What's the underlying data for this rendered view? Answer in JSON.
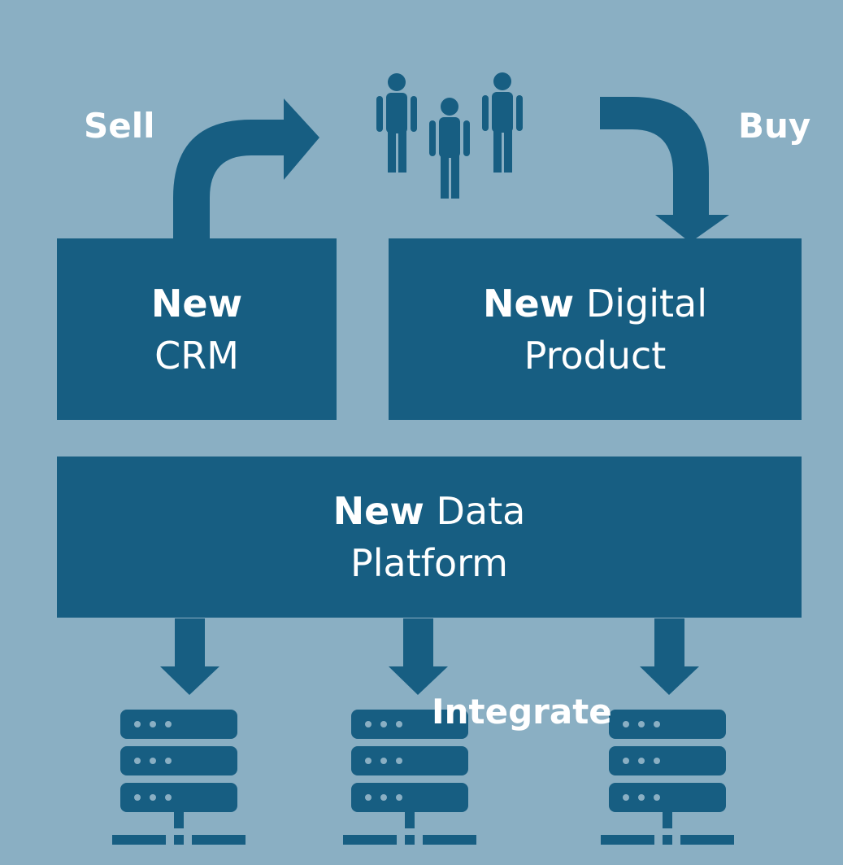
{
  "colors": {
    "background": "#8aafc3",
    "primary": "#175e82",
    "text": "#ffffff"
  },
  "labels": {
    "sell": "Sell",
    "buy": "Buy",
    "integrate": "Integrate"
  },
  "boxes": {
    "crm": {
      "bold": "New",
      "rest": "CRM"
    },
    "digital_product": {
      "bold": "New",
      "line1_rest": "Digital",
      "line2": "Product"
    },
    "data_platform": {
      "bold": "New",
      "line1_rest": "Data",
      "line2": "Platform"
    }
  },
  "icons": [
    "people-icon",
    "server-icon",
    "arrow-icon"
  ]
}
